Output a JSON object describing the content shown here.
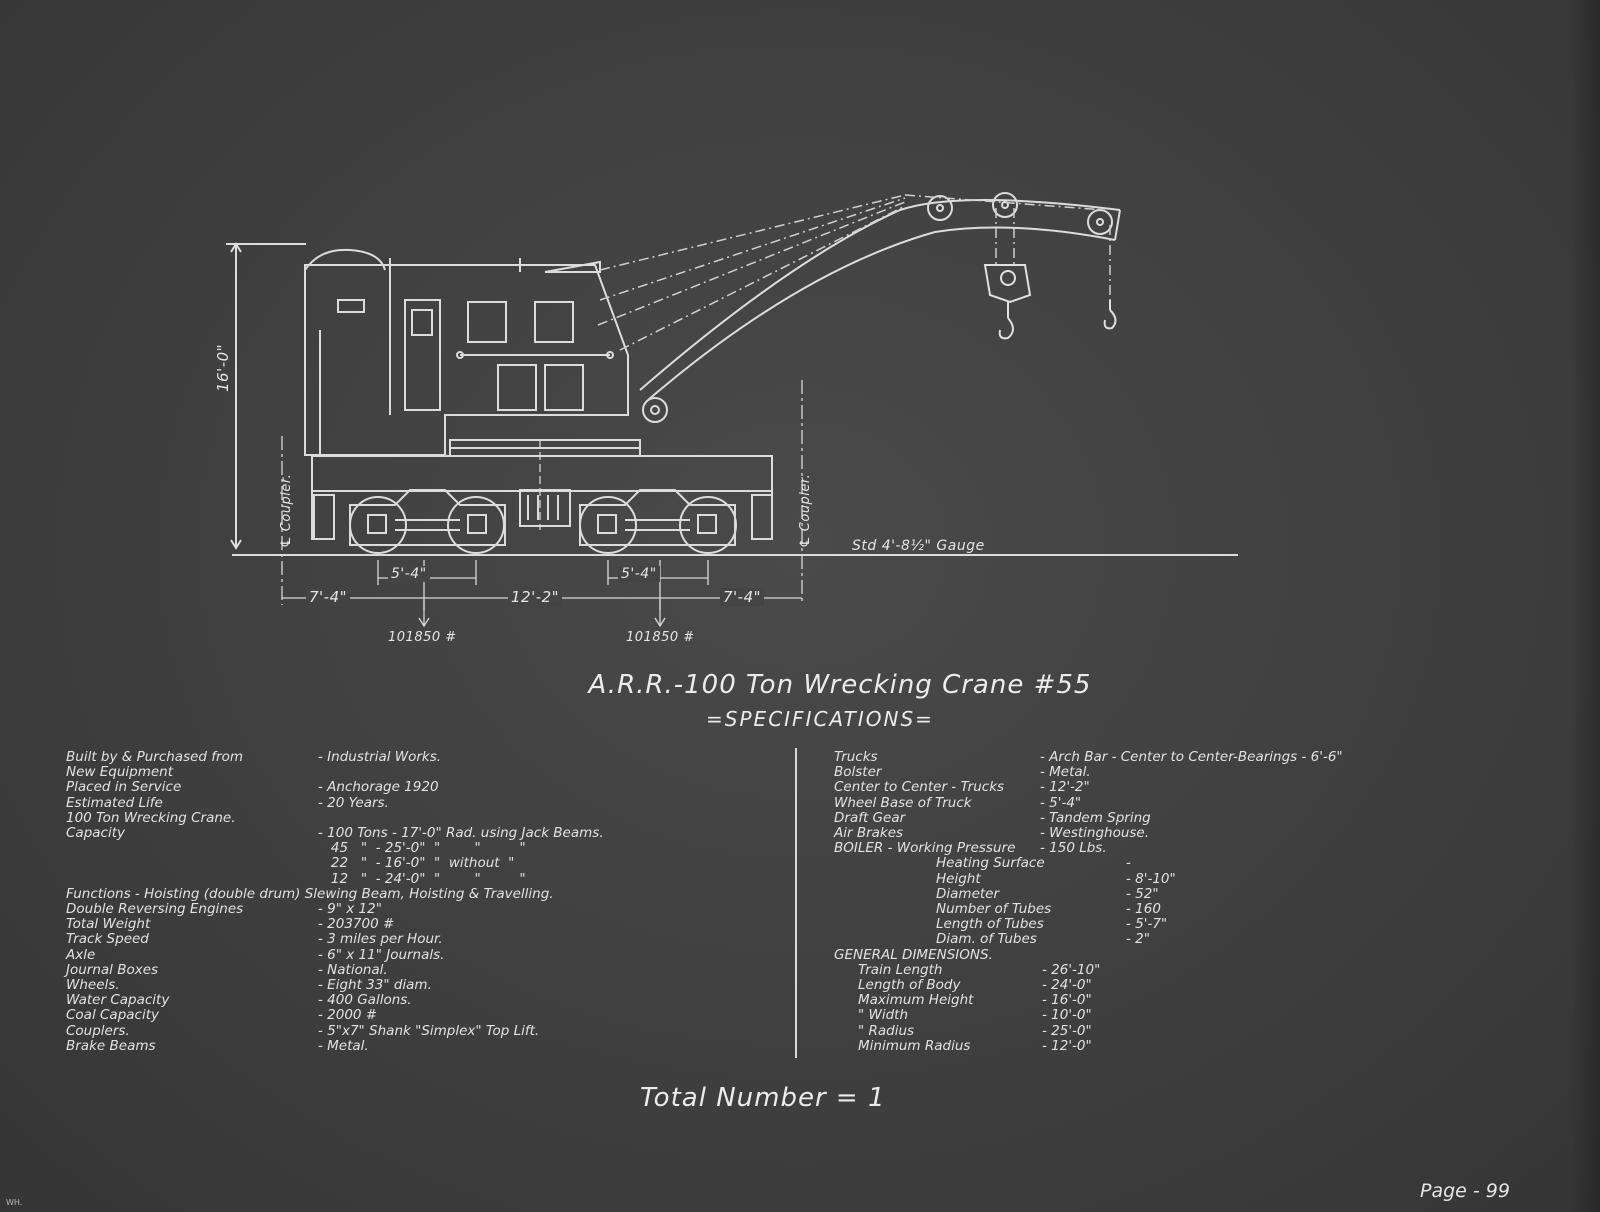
{
  "drawing": {
    "height_dim": "16'-0\"",
    "coupler_left": "℄ Coupler.",
    "coupler_right": "℄ Coupler.",
    "gauge": "Std 4'-8½\" Gauge",
    "dim_left_wheelbase": "5'-4\"",
    "dim_right_wheelbase": "5'-4\"",
    "dim_left_overhang": "7'-4\"",
    "dim_center": "12'-2\"",
    "dim_right_overhang": "7'-4\"",
    "load_left": "101850 #",
    "load_right": "101850 #"
  },
  "title": "A.R.R.-100 Ton Wrecking Crane #55",
  "subtitle": "=SPECIFICATIONS=",
  "left_specs": [
    {
      "k": "Built by & Purchased from",
      "v": "- Industrial Works."
    },
    {
      "k": "New Equipment",
      "v": ""
    },
    {
      "k": "Placed in Service",
      "v": "- Anchorage 1920"
    },
    {
      "k": "Estimated Life",
      "v": "- 20 Years."
    },
    {
      "k": "100 Ton Wrecking Crane.",
      "v": ""
    },
    {
      "k": "Capacity",
      "v": "- 100 Tons - 17'-0\" Rad. using Jack Beams."
    },
    {
      "k": "",
      "v": "   45   \"  - 25'-0\"  \"        \"         \""
    },
    {
      "k": "",
      "v": "   22   \"  - 16'-0\"  \"  without  \""
    },
    {
      "k": "",
      "v": "   12   \"  - 24'-0\"  \"        \"         \""
    },
    {
      "k": "Functions - Hoisting (double drum) Slewing Beam, Hoisting & Travelling.",
      "v": ""
    },
    {
      "k": "Double Reversing Engines",
      "v": "- 9\" x 12\""
    },
    {
      "k": "Total Weight",
      "v": "- 203700 #"
    },
    {
      "k": "Track Speed",
      "v": "- 3 miles per Hour."
    },
    {
      "k": "Axle",
      "v": "- 6\" x 11\" Journals."
    },
    {
      "k": "Journal Boxes",
      "v": "- National."
    },
    {
      "k": "Wheels.",
      "v": "- Eight 33\" diam."
    },
    {
      "k": "Water Capacity",
      "v": "- 400 Gallons."
    },
    {
      "k": "Coal Capacity",
      "v": "- 2000 #"
    },
    {
      "k": "Couplers.",
      "v": "- 5\"x7\" Shank \"Simplex\" Top Lift."
    },
    {
      "k": "Brake Beams",
      "v": "- Metal."
    }
  ],
  "right_specs": [
    {
      "k": "Trucks",
      "v": "- Arch Bar - Center to Center-Bearings - 6'-6\"",
      "c": ""
    },
    {
      "k": "Bolster",
      "v": "- Metal.",
      "c": ""
    },
    {
      "k": "Center to Center - Trucks",
      "v": "- 12'-2\"",
      "c": ""
    },
    {
      "k": "Wheel Base of Truck",
      "v": "- 5'-4\"",
      "c": ""
    },
    {
      "k": "Draft Gear",
      "v": "- Tandem Spring",
      "c": ""
    },
    {
      "k": "Air Brakes",
      "v": "- Westinghouse.",
      "c": ""
    },
    {
      "k": "BOILER - Working Pressure",
      "v": "- 150 Lbs.",
      "c": ""
    },
    {
      "k": "Heating Surface",
      "v": "-",
      "c": "ind"
    },
    {
      "k": "Height",
      "v": "- 8'-10\"",
      "c": "ind"
    },
    {
      "k": "Diameter",
      "v": "- 52\"",
      "c": "ind"
    },
    {
      "k": "Number of Tubes",
      "v": "- 160",
      "c": "ind"
    },
    {
      "k": "Length of Tubes",
      "v": "- 5'-7\"",
      "c": "ind"
    },
    {
      "k": "Diam. of Tubes",
      "v": "- 2\"",
      "c": "ind"
    },
    {
      "k": "GENERAL DIMENSIONS.",
      "v": "",
      "c": ""
    },
    {
      "k": "Train Length",
      "v": "- 26'-10\"",
      "c": "ind2"
    },
    {
      "k": "Length of Body",
      "v": "- 24'-0\"",
      "c": "ind2"
    },
    {
      "k": "Maximum Height",
      "v": "- 16'-0\"",
      "c": "ind2"
    },
    {
      "k": "\"          Width",
      "v": "- 10'-0\"",
      "c": "ind2"
    },
    {
      "k": "\"          Radius",
      "v": "- 25'-0\"",
      "c": "ind2"
    },
    {
      "k": "Minimum Radius",
      "v": "- 12'-0\"",
      "c": "ind2"
    }
  ],
  "total": "Total Number = 1",
  "page": "Page - 99",
  "corner_mark": "WH."
}
